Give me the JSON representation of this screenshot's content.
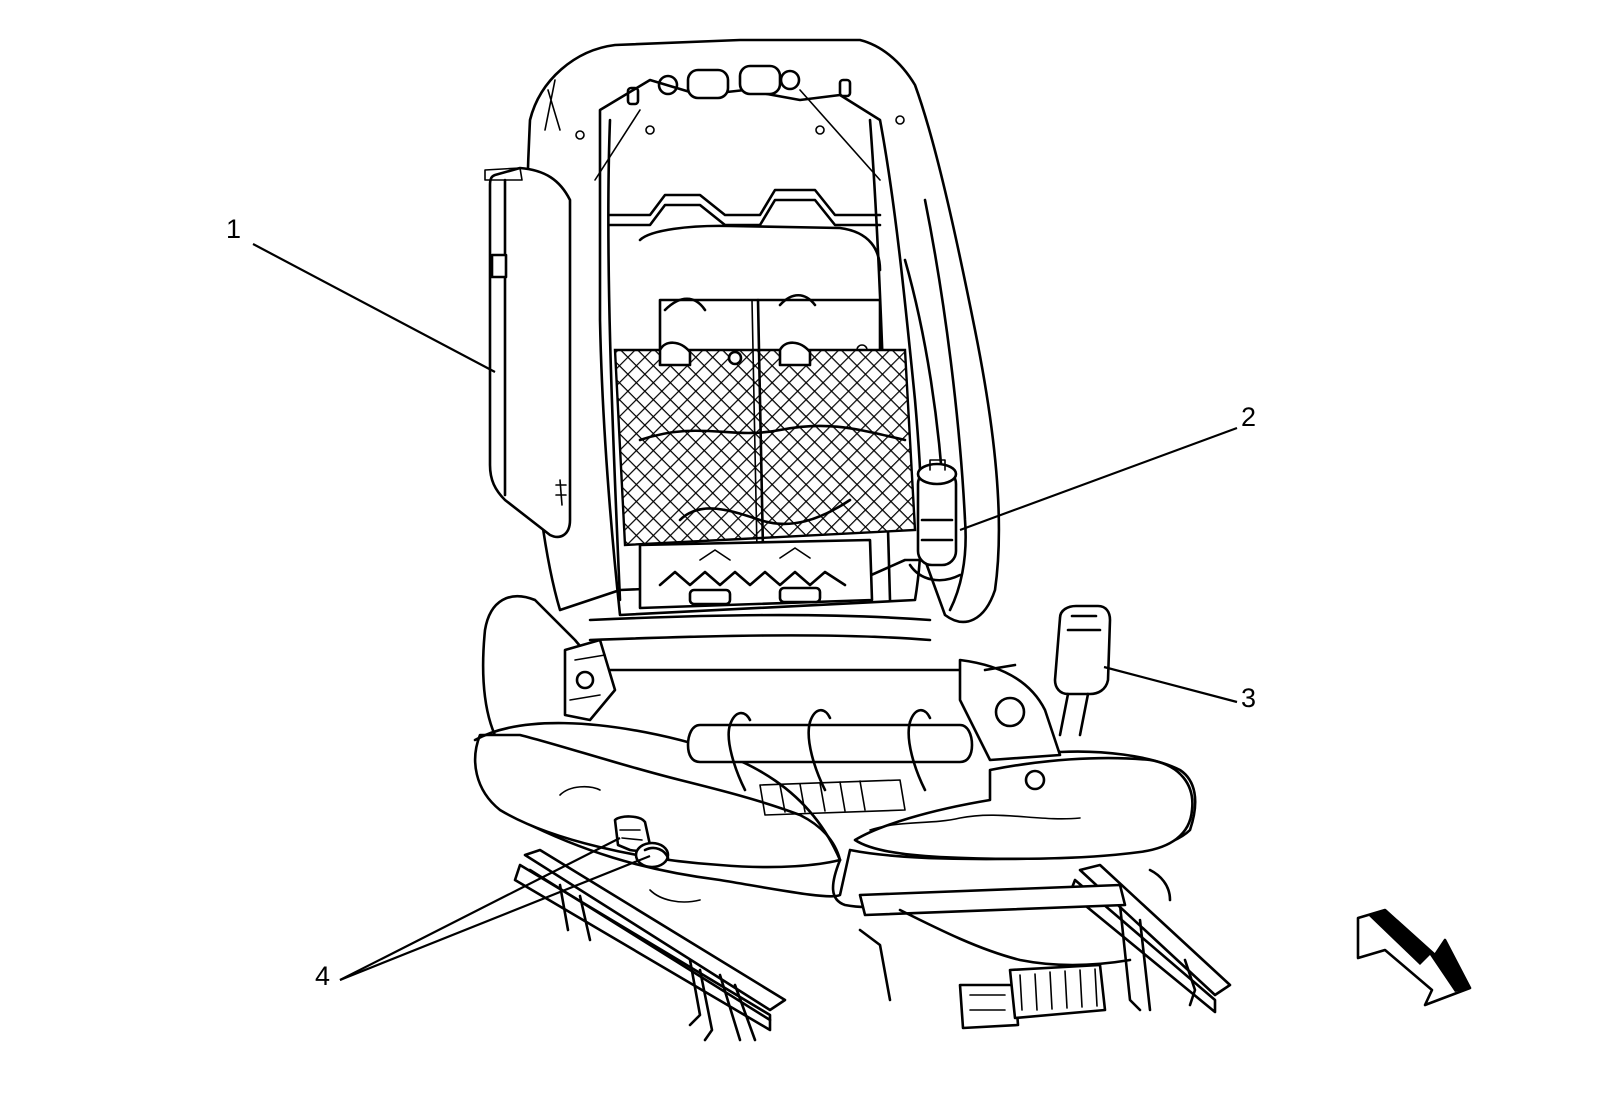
{
  "diagram": {
    "callouts": [
      {
        "id": "1",
        "label": "1"
      },
      {
        "id": "2",
        "label": "2"
      },
      {
        "id": "3",
        "label": "3"
      },
      {
        "id": "4",
        "label": "4"
      }
    ]
  },
  "colors": {
    "line": "#000000",
    "background": "#ffffff",
    "mesh": "#000000"
  },
  "icons": {
    "direction_arrow": "view-direction-arrow-icon"
  }
}
